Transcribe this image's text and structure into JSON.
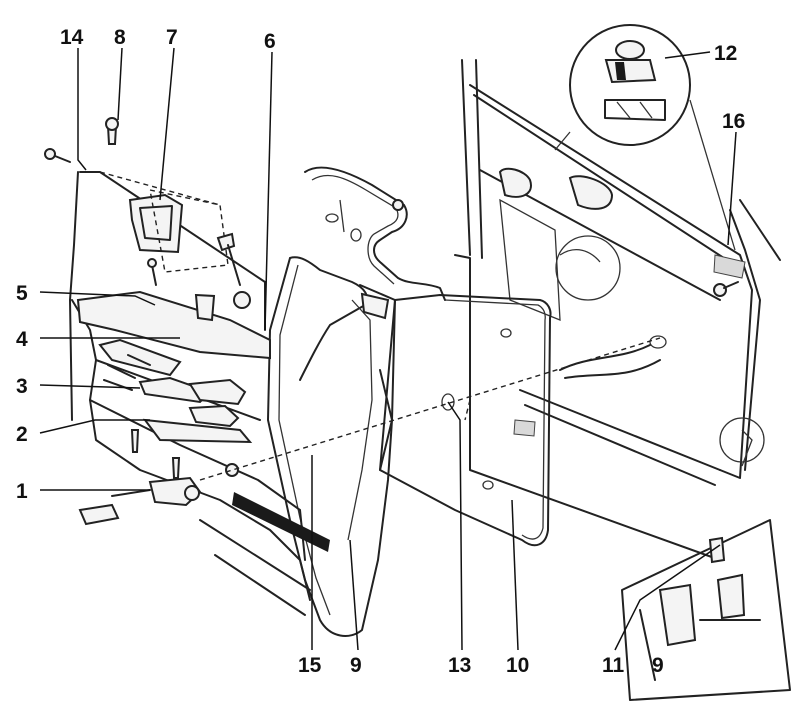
{
  "diagram": {
    "callouts": [
      "14",
      "8",
      "7",
      "6",
      "12",
      "16",
      "5",
      "4",
      "3",
      "2",
      "1",
      "15",
      "9",
      "13",
      "10",
      "11",
      "9"
    ]
  },
  "colors": {
    "line": "#222222",
    "background": "#ffffff"
  }
}
